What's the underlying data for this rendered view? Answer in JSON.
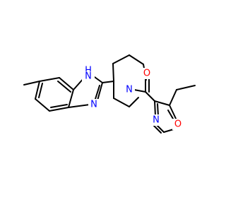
{
  "atoms": [
    {
      "id": "nh",
      "label": "H",
      "label2": "N",
      "color": "#0000FF"
    },
    {
      "id": "n-imidazole",
      "label": "N",
      "color": "#0000FF"
    },
    {
      "id": "n-piperidine",
      "label": "N",
      "color": "#0000FF"
    },
    {
      "id": "o-carbonyl",
      "label": "O",
      "color": "#FF0000"
    },
    {
      "id": "n-oxazole",
      "label": "N",
      "color": "#0000FF"
    },
    {
      "id": "o-oxazole",
      "label": "O",
      "color": "#FF0000"
    }
  ],
  "colors": {
    "bond": "#000000",
    "nitrogen": "#0000FF",
    "oxygen": "#FF0000",
    "background": "#FFFFFF"
  }
}
